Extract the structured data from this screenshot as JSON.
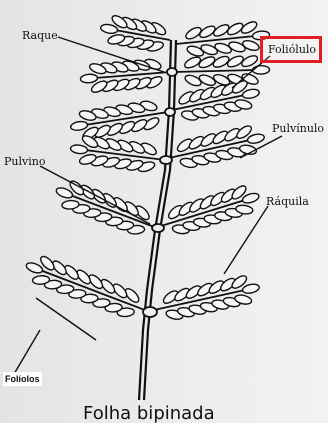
{
  "caption": "Folha bipinada",
  "labels": {
    "raque": "Raque",
    "foliolulo": "Foliólulo",
    "pulvinulo": "Pulvínulo",
    "pulvino": "Pulvino",
    "raquila": "Ráquila",
    "foliolos": "Folíolos"
  },
  "colors": {
    "highlight_border": "#e01e24",
    "ink": "#111111",
    "paper": "#eaeaea"
  }
}
